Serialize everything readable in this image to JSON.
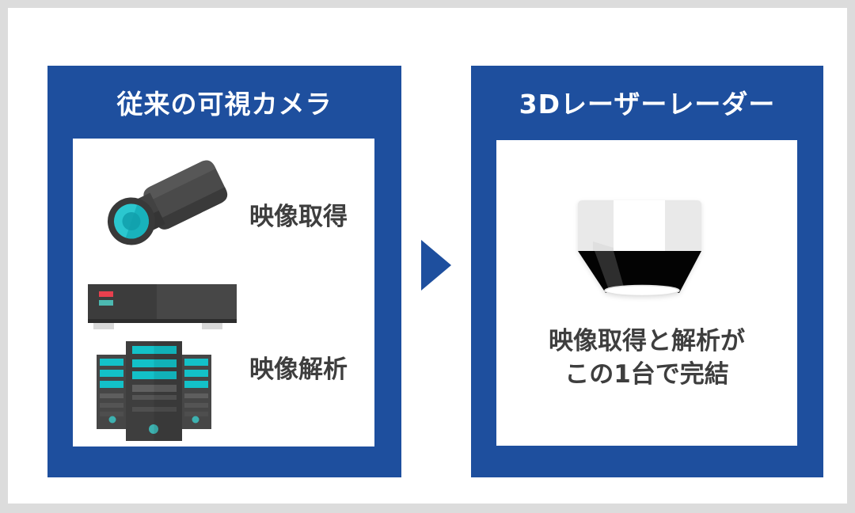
{
  "colors": {
    "panel_blue": "#1e4f9e",
    "frame_gray": "#dcdcdc",
    "text_dark": "#3e3e3e",
    "accent_teal": "#17c0c7",
    "accent_red": "#e8404e",
    "lens_teal": "#2bc7cf"
  },
  "left_panel": {
    "title": "従来の可視カメラ",
    "items": [
      {
        "icon": "cctv-camera-icon",
        "label": "映像取得"
      },
      {
        "icon": "video-recorder-icon server-rack-icon",
        "label": "映像解析"
      }
    ]
  },
  "arrow": {
    "icon": "right-arrow-icon"
  },
  "right_panel": {
    "title": "3Dレーザーレーダー",
    "icon": "lidar-sensor-icon",
    "caption": {
      "line1": "映像取得と解析が",
      "line2": "この1台で完結"
    }
  }
}
